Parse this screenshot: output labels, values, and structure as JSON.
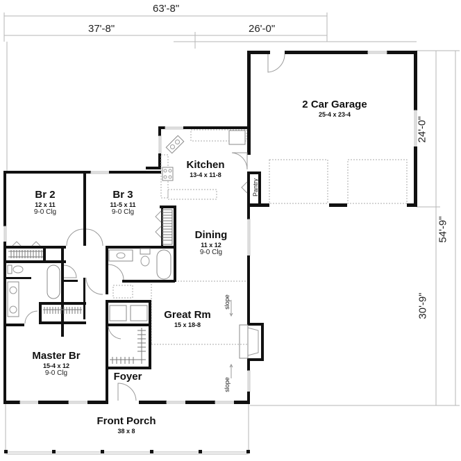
{
  "plan": {
    "type": "floor-plan",
    "overall_width": "63'-8\"",
    "overall_depth": "54'-9\""
  },
  "dimensions": {
    "top_overall": "63'-8\"",
    "top_left": "37'-8\"",
    "top_right": "26'-0\"",
    "right_upper": "24'-0\"",
    "right_lower": "30'-9\"",
    "right_overall": "54'-9\""
  },
  "rooms": {
    "garage": {
      "name": "2 Car Garage",
      "size": "25-4 x 23-4"
    },
    "kitchen": {
      "name": "Kitchen",
      "size": "13-4 x 11-8"
    },
    "pantry": {
      "name": "Pantry"
    },
    "br2": {
      "name": "Br 2",
      "size": "12 x 11",
      "ceiling": "9-0 Clg"
    },
    "br3": {
      "name": "Br 3",
      "size": "11-5 x 11",
      "ceiling": "9-0 Clg"
    },
    "dining": {
      "name": "Dining",
      "size": "11 x 12",
      "ceiling": "9-0 Clg"
    },
    "great_room": {
      "name": "Great Rm",
      "size": "15 x 18-8"
    },
    "master": {
      "name": "Master Br",
      "size": "15-4 x 12",
      "ceiling": "9-0 Clg"
    },
    "foyer": {
      "name": "Foyer"
    },
    "porch": {
      "name": "Front Porch",
      "size": "38 x 8"
    }
  },
  "annotations": {
    "slope_upper": "slope",
    "slope_lower": "slope"
  },
  "colors": {
    "wall": "#111111",
    "dimension_line": "#b5b5b5",
    "background": "#ffffff"
  }
}
